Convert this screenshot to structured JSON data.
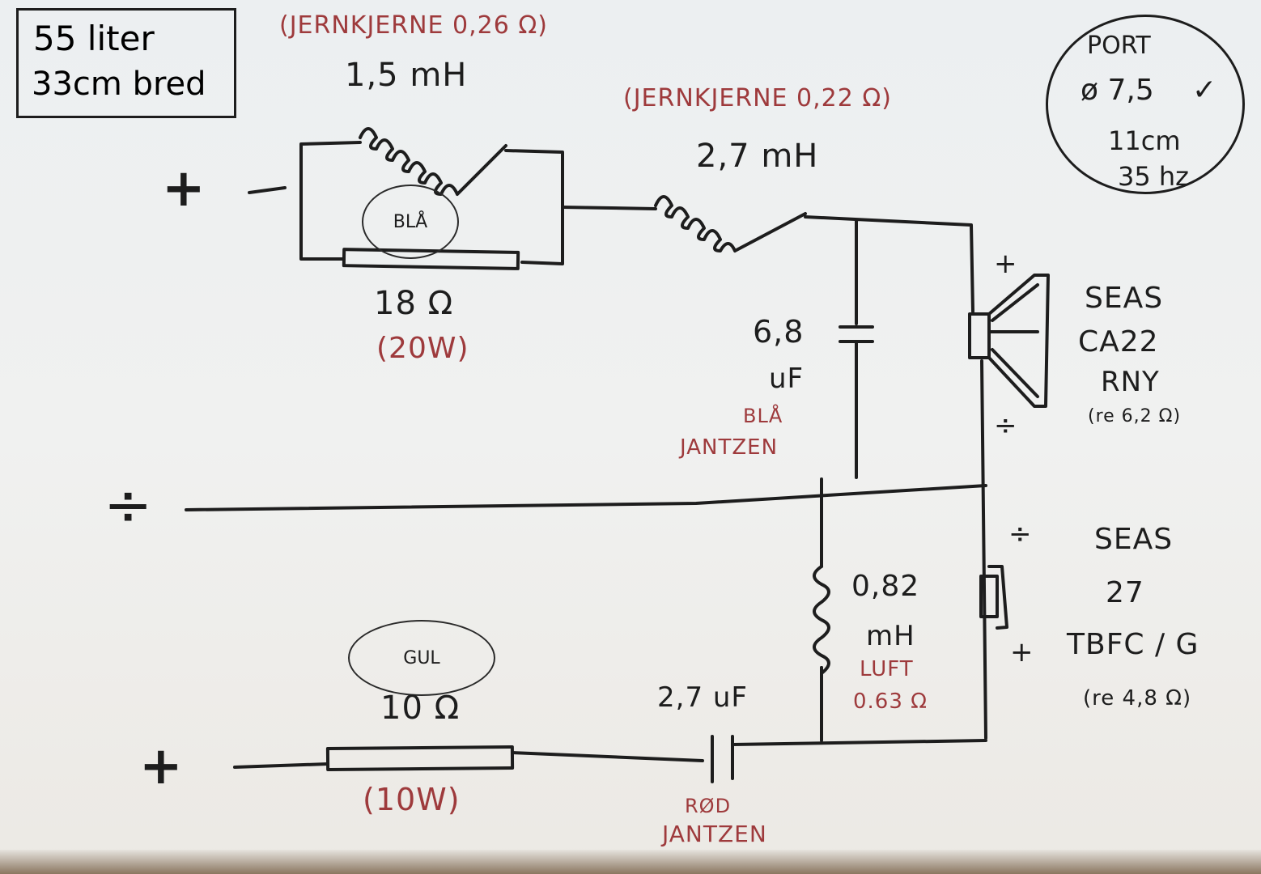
{
  "title_note": {
    "volume": "55 liter",
    "width": "33cm bred"
  },
  "port": {
    "label": "PORT",
    "diameter": "ø 7,5",
    "check": "✓",
    "length": "11cm",
    "tuning": "35 hz"
  },
  "colors": {
    "ink": "#1d1d1d",
    "red_ink": "#9e3a3c"
  },
  "woofer_section": {
    "input_plus": "+",
    "input_minus": "−",
    "l1": {
      "value": "1,5 mH",
      "note": "(JERNKJERNE 0,26 Ω)"
    },
    "r1": {
      "value": "18 Ω",
      "power": "(20W)",
      "tag": "BLÅ"
    },
    "l2": {
      "value": "2,7 mH",
      "note": "(JERNKJERNE 0,22 Ω)"
    },
    "c1": {
      "value_line1": "6,8",
      "value_line2": "uF",
      "note_line1": "BLÅ",
      "note_line2": "JANTZEN"
    },
    "driver": {
      "plus": "+",
      "minus": "÷",
      "brand": "SEAS",
      "model_line1": "CA22",
      "model_line2": "RNY",
      "re": "(re 6,2 Ω)"
    }
  },
  "common": {
    "ground_symbol": "÷"
  },
  "tweeter_section": {
    "input_plus": "+",
    "r2": {
      "tag": "GUL",
      "value": "10 Ω",
      "power": "(10W)"
    },
    "c2": {
      "value": "2,7 uF",
      "note_line1": "RØD",
      "note_line2": "JANTZEN"
    },
    "l3": {
      "value_line1": "0,82",
      "value_line2": "mH",
      "note_line1": "LUFT",
      "note_line2": "0.63 Ω"
    },
    "driver": {
      "minus": "÷",
      "plus": "+",
      "brand": "SEAS",
      "model_line1": "27",
      "model_line2": "TBFC / G",
      "re": "(re 4,8 Ω)"
    }
  }
}
